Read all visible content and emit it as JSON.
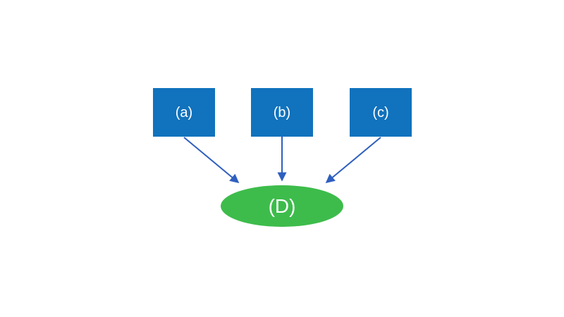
{
  "diagram": {
    "background": "#FFFFFF",
    "nodes": [
      {
        "id": "a",
        "shape": "rectangle",
        "label": "(a)",
        "fill": "#1172BD",
        "text_color": "#FFFFFF"
      },
      {
        "id": "b",
        "shape": "rectangle",
        "label": "(b)",
        "fill": "#1172BD",
        "text_color": "#FFFFFF"
      },
      {
        "id": "c",
        "shape": "rectangle",
        "label": "(c)",
        "fill": "#1172BD",
        "text_color": "#FFFFFF"
      },
      {
        "id": "D",
        "shape": "ellipse",
        "label": "(D)",
        "fill": "#3DBC4B",
        "text_color": "#FFFFFF"
      }
    ],
    "edges": [
      {
        "from": "a",
        "to": "D",
        "style": "arrow"
      },
      {
        "from": "b",
        "to": "D",
        "style": "arrow"
      },
      {
        "from": "c",
        "to": "D",
        "style": "arrow"
      }
    ],
    "colors": {
      "box_fill": "#1172BD",
      "ellipse_fill": "#3DBC4B",
      "arrow_stroke": "#2F5FBF",
      "text": "#FFFFFF",
      "background": "#FFFFFF"
    }
  }
}
